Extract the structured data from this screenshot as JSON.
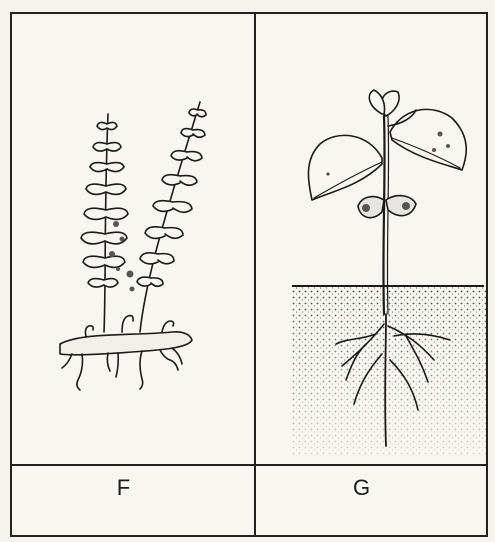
{
  "panels": [
    {
      "label": "F",
      "icon": "fern-illustration"
    },
    {
      "label": "G",
      "icon": "flowering-plant-illustration"
    }
  ],
  "colors": {
    "ink": "#1b1b1b",
    "paper": "#f7f6f1"
  }
}
